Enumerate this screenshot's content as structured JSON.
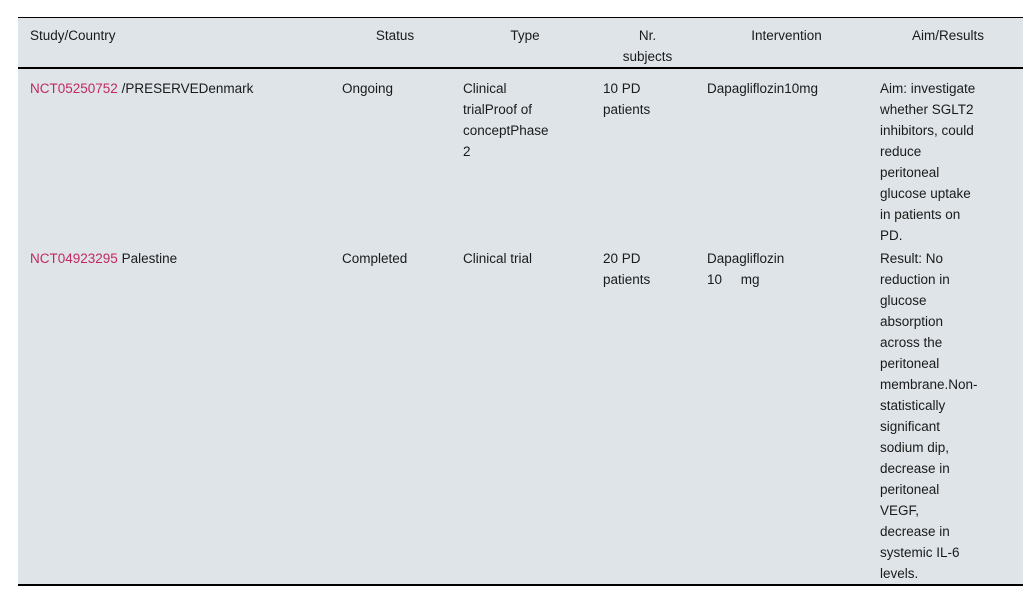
{
  "colors": {
    "table_background": "#dfe4e8",
    "rule": "#000000",
    "text": "#1a1a1a",
    "registry_link": "#c12960"
  },
  "table": {
    "columns": {
      "study": "Study/Country",
      "status": "Status",
      "type": "Type",
      "subjects": "Nr.\nsubjects",
      "intervention": "Intervention",
      "aim": "Aim/Results"
    },
    "rows": [
      {
        "study_id": "NCT05250752",
        "study_rest": " /PRESERVEDenmark",
        "status": "Ongoing",
        "type": "Clinical\ntrialProof of\nconceptPhase\n2",
        "subjects": "10 PD\npatients",
        "intervention": "Dapagliflozin10mg",
        "aim": "Aim: investigate\nwhether SGLT2\ninhibitors, could\nreduce\nperitoneal\nglucose uptake\nin patients on\nPD."
      },
      {
        "study_id": "NCT04923295",
        "study_rest": " Palestine",
        "status": "Completed",
        "type": "Clinical trial",
        "subjects": "20 PD\npatients",
        "intervention": "Dapagliflozin\n10     mg",
        "aim": "Result: No\nreduction in\nglucose\nabsorption\nacross the\nperitoneal\nmembrane.Non-\nstatistically\nsignificant\nsodium dip,\ndecrease in\nperitoneal\nVEGF,\ndecrease in\nsystemic IL-6\nlevels."
      }
    ]
  }
}
